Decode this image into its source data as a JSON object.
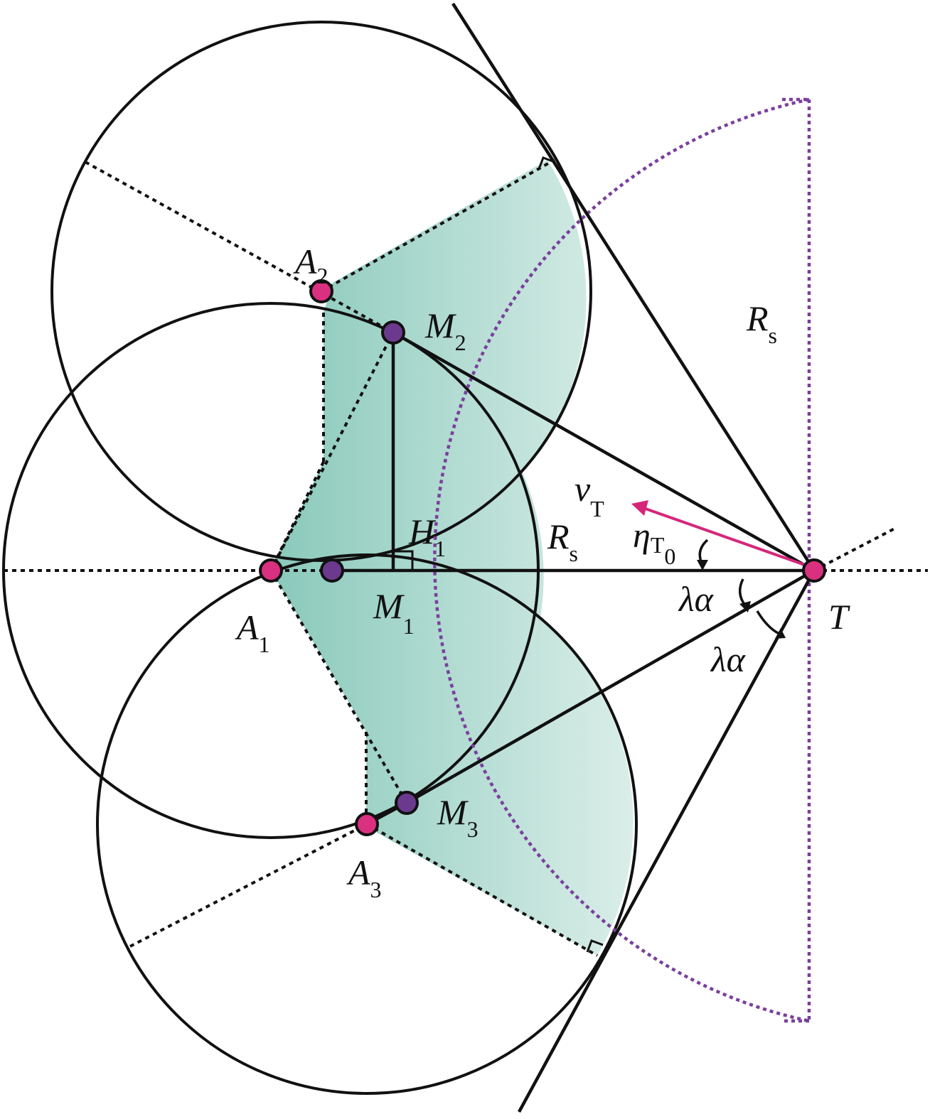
{
  "labels": {
    "A1": {
      "main": "A",
      "sub": "1"
    },
    "A2": {
      "main": "A",
      "sub": "2"
    },
    "A3": {
      "main": "A",
      "sub": "3"
    },
    "M1": {
      "main": "M",
      "sub": "1"
    },
    "M2": {
      "main": "M",
      "sub": "2"
    },
    "M3": {
      "main": "M",
      "sub": "3"
    },
    "H1": {
      "main": "H",
      "sub": "1"
    },
    "Rs_top": {
      "main": "R",
      "sub": "s"
    },
    "Rs_mid": {
      "main": "R",
      "sub": "s"
    },
    "vT": {
      "main": "v",
      "sub": "T"
    },
    "eta": {
      "main": "η",
      "sub": "T",
      "subsub": "0"
    },
    "lambda1": "λα",
    "lambda2": "λα",
    "T": "T"
  },
  "colors": {
    "shade_dark": "#7cc3b3",
    "shade_light": "#d6ece6",
    "purple": "#7a3f9d",
    "pink": "#d6267a",
    "point_pink": "#d9307f",
    "point_purple": "#6b3a8e",
    "line": "#111111"
  }
}
